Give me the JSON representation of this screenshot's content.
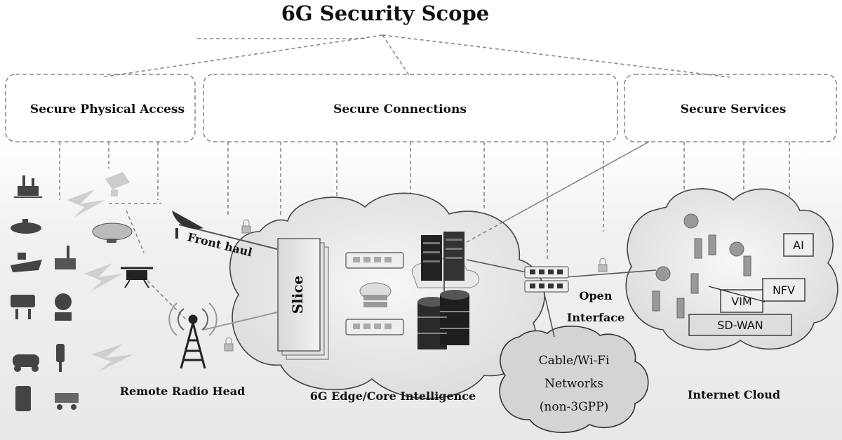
{
  "title": "6G Security Scope",
  "scopes": {
    "physical": "Secure Physical Access",
    "connections": "Secure Connections",
    "services": "Secure Services"
  },
  "labels": {
    "front_haul": "Front haul",
    "slice": "Slice",
    "open_interface_1": "Open",
    "open_interface_2": "Interface",
    "remote_radio_head": "Remote Radio Head",
    "edge_core": "6G Edge/Core Intelligence",
    "internet_cloud": "Internet Cloud",
    "cable_1": "Cable/Wi-Fi",
    "cable_2": "Networks",
    "cable_3": "(non-3GPP)",
    "ai": "AI",
    "nfv": "NFV",
    "vim": "VIM",
    "sdwan": "SD-WAN"
  },
  "icons": [
    "oil-rig-icon",
    "submarine-icon",
    "ship-icon",
    "factory-icon",
    "machine-icon",
    "robot-icon",
    "car-icon",
    "traffic-light-icon",
    "phone-icon",
    "sensor-icon",
    "satellite-icon",
    "drone-icon",
    "airship-icon",
    "cell-tower-icon",
    "server-rack-icon",
    "database-icon",
    "switch-icon",
    "lock-icon"
  ]
}
